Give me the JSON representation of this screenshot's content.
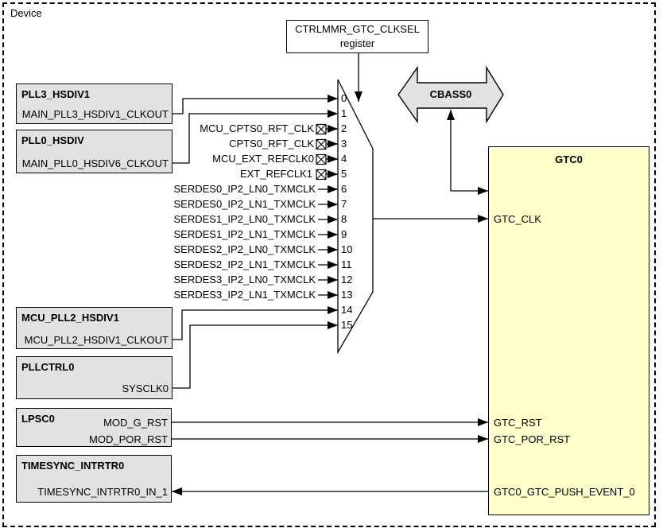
{
  "device": {
    "label": "Device"
  },
  "register_box": {
    "line1": "CTRLMMR_GTC_CLKSEL",
    "line2": "register"
  },
  "cbass0": {
    "label": "CBASS0"
  },
  "gtc0": {
    "title": "GTC0",
    "ports": {
      "clk": "GTC_CLK",
      "rst": "GTC_RST",
      "por_rst": "GTC_POR_RST",
      "push_event": "GTC0_GTC_PUSH_EVENT_0"
    }
  },
  "modules": {
    "pll3_hsdiv1": {
      "title": "PLL3_HSDIV1",
      "port": "MAIN_PLL3_HSDIV1_CLKOUT"
    },
    "pll0_hsdiv": {
      "title": "PLL0_HSDIV",
      "port": "MAIN_PLL0_HSDIV6_CLKOUT"
    },
    "mcu_pll2_hsdiv1": {
      "title": "MCU_PLL2_HSDIV1",
      "port": "MCU_PLL2_HSDIV1_CLKOUT"
    },
    "pllctrl0": {
      "title": "PLLCTRL0",
      "port": "SYSCLK0"
    },
    "lpsc0": {
      "title": "LPSC0",
      "port_g_rst": "MOD_G_RST",
      "port_por_rst": "MOD_POR_RST"
    },
    "timesync_intrtr0": {
      "title": "TIMESYNC_INTRTR0",
      "port": "TIMESYNC_INTRTR0_IN_1"
    }
  },
  "mux": {
    "select_numbers": [
      "0",
      "1",
      "2",
      "3",
      "4",
      "5",
      "6",
      "7",
      "8",
      "9",
      "10",
      "11",
      "12",
      "13",
      "14",
      "15"
    ],
    "input_labels": {
      "in2": "MCU_CPTS0_RFT_CLK",
      "in3": "CPTS0_RFT_CLK",
      "in4": "MCU_EXT_REFCLK0",
      "in5": "EXT_REFCLK1",
      "in6": "SERDES0_IP2_LN0_TXMCLK",
      "in7": "SERDES0_IP2_LN1_TXMCLK",
      "in8": "SERDES1_IP2_LN0_TXMCLK",
      "in9": "SERDES1_IP2_LN1_TXMCLK",
      "in10": "SERDES2_IP2_LN0_TXMCLK",
      "in11": "SERDES2_IP2_LN1_TXMCLK",
      "in12": "SERDES3_IP2_LN0_TXMCLK",
      "in13": "SERDES3_IP2_LN1_TXMCLK"
    }
  },
  "colors": {
    "background": "#ffffff",
    "module_fill": "#e2e2e2",
    "gtc_fill": "#ffffcc",
    "cbass_fill": "#e2e2e2",
    "line": "#000000"
  }
}
